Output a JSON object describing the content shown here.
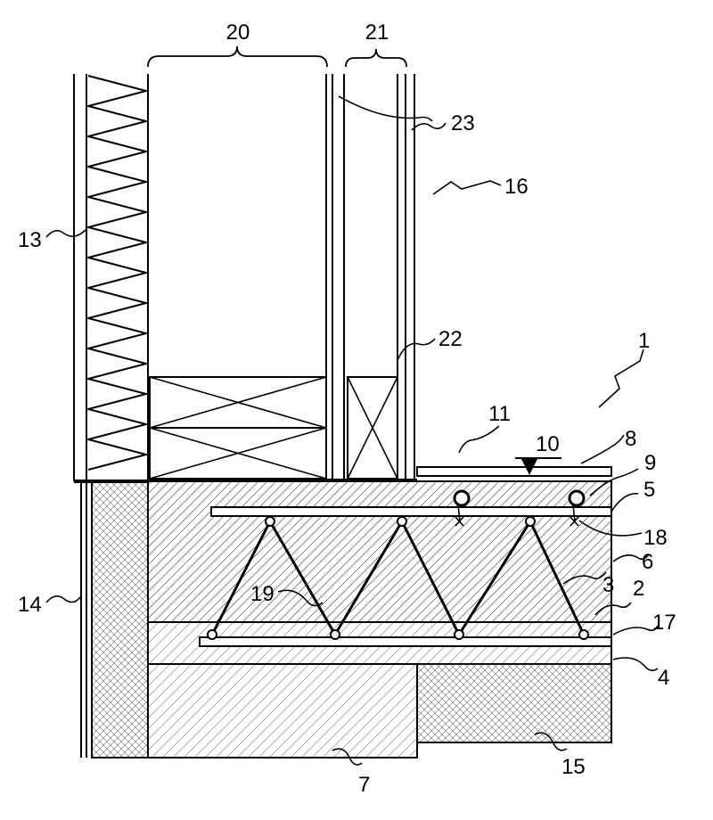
{
  "figure": {
    "labels": {
      "n1": "1",
      "n2": "2",
      "n3": "3",
      "n4": "4",
      "n5": "5",
      "n6": "6",
      "n7": "7",
      "n8": "8",
      "n9": "9",
      "n10": "10",
      "n11": "11",
      "n13": "13",
      "n14": "14",
      "n15": "15",
      "n16": "16",
      "n17": "17",
      "n18": "18",
      "n19": "19",
      "n20": "20",
      "n21": "21",
      "n22": "22",
      "n23": "23"
    }
  }
}
